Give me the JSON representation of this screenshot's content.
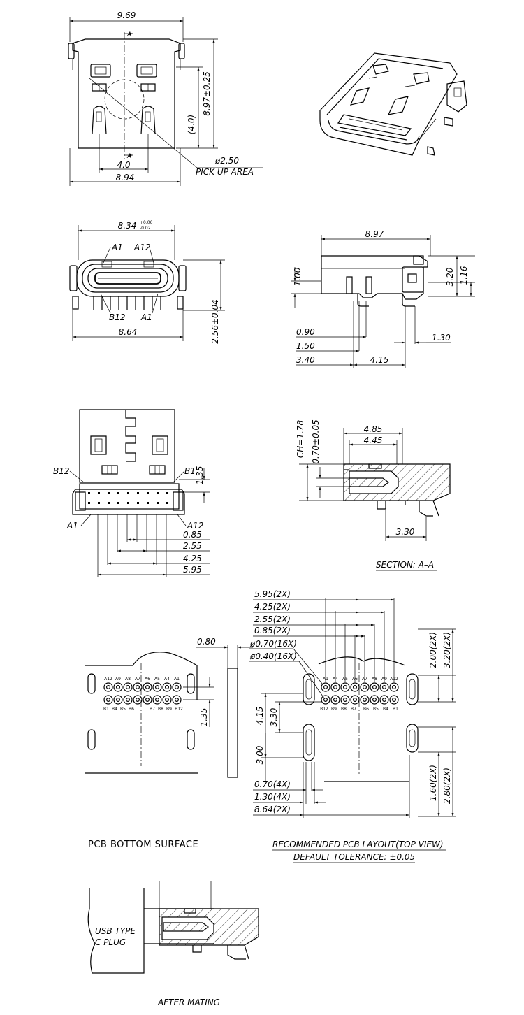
{
  "top_view": {
    "width_top": "9.69",
    "section_mark": "A",
    "length": "8.97±0.25",
    "inner_height": "(4.0)",
    "pick_diameter": "ø2.50",
    "pick_label": "PICK UP AREA",
    "span_inner": "4.0",
    "width_bottom": "8.94"
  },
  "front_view": {
    "width_top": "8.34",
    "tol_plus": "+0.06",
    "tol_minus": "-0.02",
    "pin_a1": "A1",
    "pin_a12": "A12",
    "pin_b12": "B12",
    "height": "2.56±0.04",
    "width_bottom": "8.64"
  },
  "side_view": {
    "length": "8.97",
    "h_left": "1.00",
    "h_right1": "3.20",
    "h_right2": "1.16",
    "d1": "0.90",
    "d2": "1.50",
    "d3": "3.40",
    "d4": "4.15",
    "d5": "1.30"
  },
  "bottom_view": {
    "pin_b12": "B12",
    "pin_b1": "B1",
    "pin_a1": "A1",
    "pin_a12": "A12",
    "h": "1.35",
    "d1": "0.85",
    "d2": "2.55",
    "d3": "4.25",
    "d4": "5.95"
  },
  "section": {
    "ch": "CH=1.78",
    "t": "0.70±0.05",
    "l1": "4.85",
    "l2": "4.45",
    "l3": "3.30",
    "caption": "SECTION: A–A"
  },
  "pcb_bottom": {
    "thickness": "0.80",
    "pins_top": [
      "A12",
      "A9",
      "A8",
      "A7",
      "A6",
      "A5",
      "A4",
      "A1"
    ],
    "pins_bot_left": [
      "B1",
      "B4",
      "B5",
      "B6"
    ],
    "pins_bot_right": [
      "B7",
      "B8",
      "B9",
      "B12"
    ],
    "h": "1.35",
    "caption": "PCB BOTTOM SURFACE"
  },
  "pcb_layout": {
    "d1": "5.95(2X)",
    "d2": "4.25(2X)",
    "d3": "2.55(2X)",
    "d4": "0.85(2X)",
    "hole1": "ø0.70(16X)",
    "hole2": "ø0.40(16X)",
    "v1": "4.15",
    "v2": "3.30",
    "v3": "3.00",
    "r1": "2.00(2X)",
    "r2": "3.20(2X)",
    "r3": "1.60(2X)",
    "r4": "2.80(2X)",
    "b1": "0.70(4X)",
    "b2": "1.30(4X)",
    "b3": "8.64(2X)",
    "pins_top": [
      "A1",
      "A4",
      "A5",
      "A6",
      "A7",
      "A8",
      "A9",
      "A12"
    ],
    "pins_bot": [
      "B12",
      "B9",
      "B8",
      "B7",
      "B6",
      "B5",
      "B4",
      "B1"
    ],
    "caption1": "RECOMMENDED PCB LAYOUT(TOP VIEW)",
    "caption2": "DEFAULT TOLERANCE: ±0.05"
  },
  "mating": {
    "plug_line1": "USB TYPE",
    "plug_line2": "C PLUG",
    "caption": "AFTER MATING"
  }
}
